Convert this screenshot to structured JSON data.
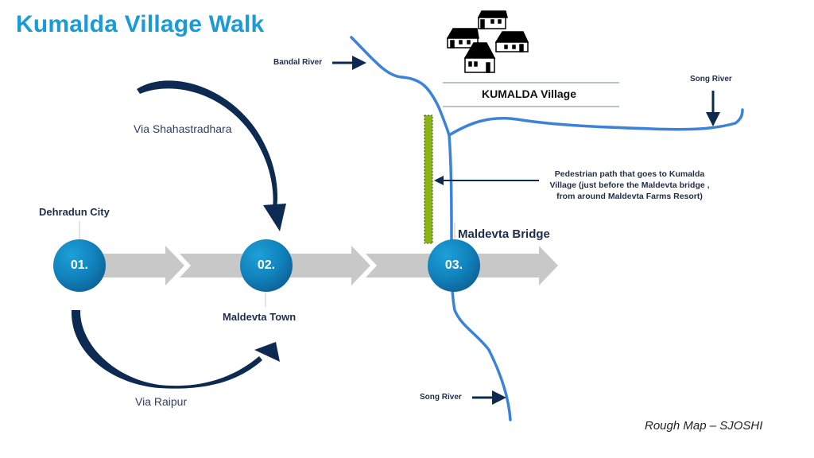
{
  "title": "Kumalda Village Walk",
  "rivers": {
    "bandal": "Bandal River",
    "song_top": "Song River",
    "song_bottom": "Song River"
  },
  "village": {
    "label": "KUMALDA Village",
    "icon": "houses-icon"
  },
  "path_note": {
    "lines": [
      "Pedestrian path that goes to Kumalda",
      "Village (just before the Maldevta bridge ,",
      "from around Maldevta Farms Resort)"
    ]
  },
  "route": {
    "via_top": "Via Shahastradhara",
    "via_bottom": "Via Raipur",
    "nodes": [
      {
        "number": "01.",
        "label": "Dehradun  City"
      },
      {
        "number": "02.",
        "label": "Maldevta  Town"
      },
      {
        "number": "03.",
        "label": "Maldevta Bridge"
      }
    ]
  },
  "colors": {
    "title": "#1a9ad6",
    "river": "#3b82d9",
    "curve_arrow": "#0d2a52",
    "path": "#8db31a",
    "chevron": "#c8c8c8"
  },
  "credit": "Rough Map – SJOSHI"
}
